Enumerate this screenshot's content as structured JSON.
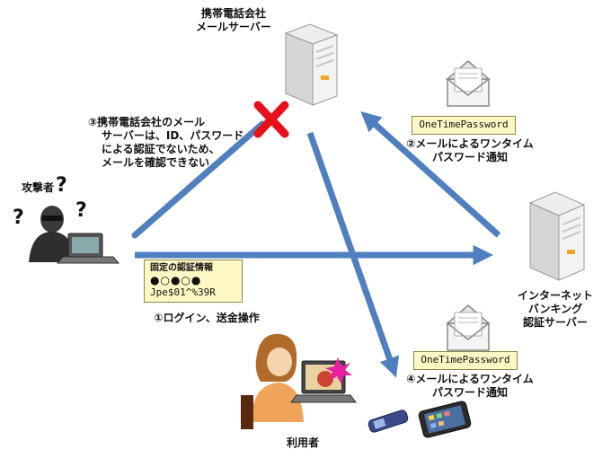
{
  "nodes": {
    "carrier_server": {
      "label_line1": "携帯電話会社",
      "label_line2": "メールサーバー"
    },
    "bank_server": {
      "label_line1": "インターネット",
      "label_line2": "バンキング",
      "label_line3": "認証サーバー"
    },
    "attacker": {
      "label": "攻撃者",
      "question_mark": "?"
    },
    "user": {
      "label": "利用者"
    }
  },
  "callouts": {
    "note3": {
      "number": "③",
      "lines": [
        "携帯電話会社のメール",
        "サーバーは、ID、パスワード",
        "による認証でないため、",
        "メールを確認できない"
      ]
    },
    "step1": {
      "number": "①",
      "text": "ログイン、送金操作"
    },
    "step2": {
      "number": "②",
      "line1": "メールによるワンタイム",
      "line2": "パスワード通知"
    },
    "step4": {
      "number": "④",
      "line1": "メールによるワンタイム",
      "line2": "パスワード通知"
    }
  },
  "cards": {
    "otp_top": "OneTimePassword",
    "otp_bottom": "OneTimePassword",
    "fixed_auth": {
      "title": "固定の認証情報",
      "dots": "●○●○●",
      "password": "Jpe$01^%39R"
    }
  },
  "colors": {
    "arrow": "#4f7fbf",
    "cross": "#e8101a",
    "note_bg": "#fdf7c3"
  }
}
